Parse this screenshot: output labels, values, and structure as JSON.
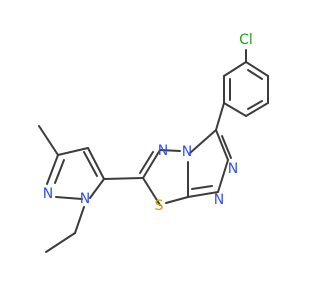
{
  "molecule": {
    "atoms": {
      "chlorine": "Cl",
      "n_triazole_upper": "N",
      "n_triazole_lower": "N",
      "n_bridge": "N",
      "n_triazole_bottom": "N",
      "sulfur": "S",
      "n_pyrazole_1": "N",
      "n_pyrazole_2": "N"
    },
    "colors": {
      "bond": "#3c3c3c",
      "nitrogen": "#3050f8",
      "sulfur": "#c8a000",
      "chlorine": "#1fa01f"
    }
  }
}
